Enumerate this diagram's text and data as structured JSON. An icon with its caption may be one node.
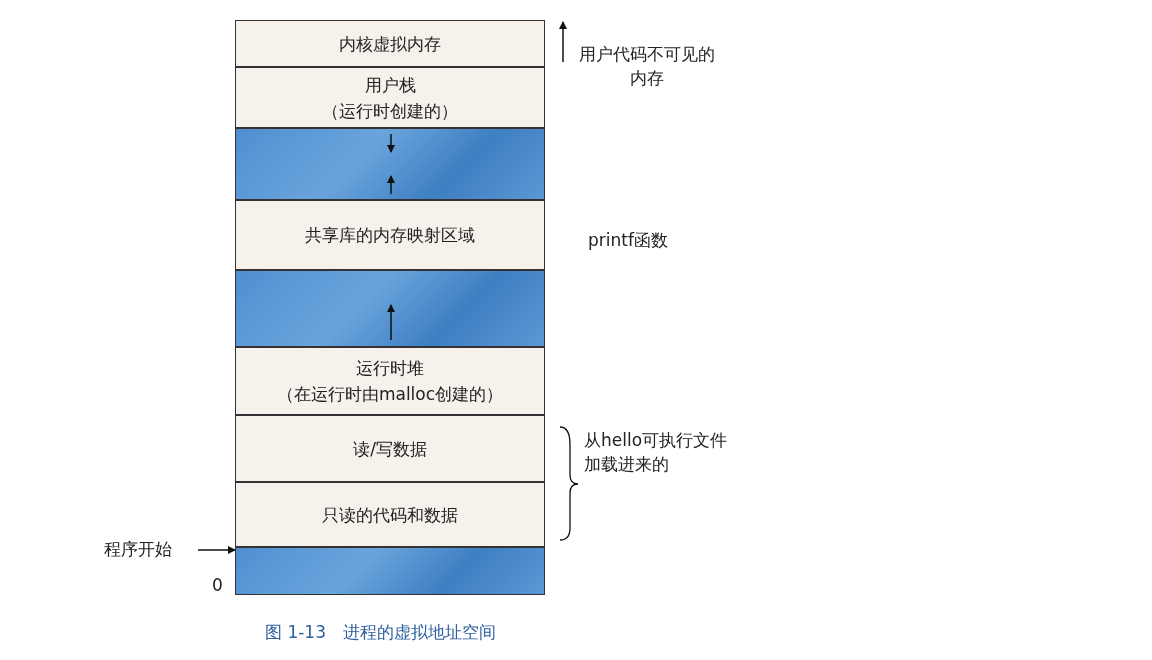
{
  "diagram": {
    "caption": "图 1-13　进程的虚拟地址空间",
    "nodes": [
      {
        "text": [
          "内核虚拟内存"
        ]
      },
      {
        "text": [
          "用户栈",
          "（运行时创建的）"
        ]
      },
      {
        "text": [],
        "shape": "box"
      },
      {
        "text": [
          "共享库的内存映射区域"
        ]
      },
      {
        "text": [],
        "shape": "box"
      },
      {
        "text": [
          "运行时堆",
          "（在运行时由malloc创建的）"
        ]
      },
      {
        "text": [
          "读/写数据"
        ]
      },
      {
        "text": [
          "只读的代码和数据"
        ]
      },
      {
        "text": [],
        "shape": "box"
      },
      {
        "text": [
          "程序开始"
        ]
      }
    ],
    "edges": [
      {
        "from": 9,
        "to": 8,
        "arrow": "to"
      }
    ],
    "labels": [
      "用户代码不可见的内存",
      "printf函数",
      "从hello可执行文件加载进来的",
      "0"
    ]
  }
}
